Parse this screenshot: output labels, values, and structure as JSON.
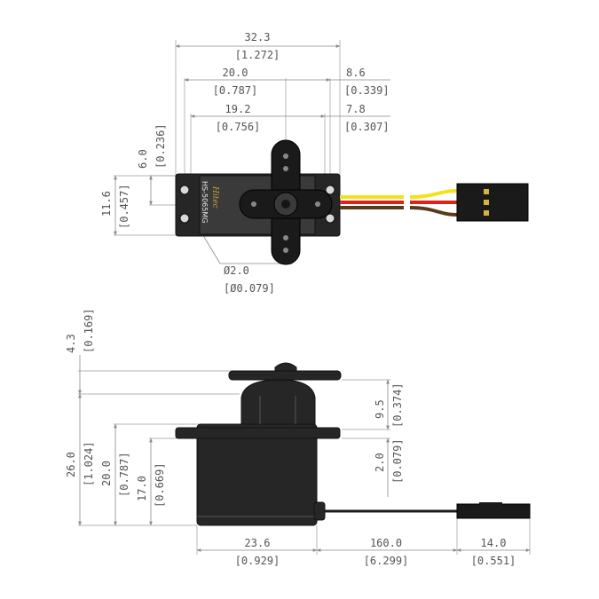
{
  "top_view": {
    "overall_width": {
      "mm": "32.3",
      "in": "[1.272]"
    },
    "hole_span": {
      "mm": "20.0",
      "in": "[0.787]"
    },
    "flange_offset": {
      "mm": "8.6",
      "in": "[0.339]"
    },
    "body_width": {
      "mm": "19.2",
      "in": "[0.756]"
    },
    "shaft_offset": {
      "mm": "7.8",
      "in": "[0.307]"
    },
    "hole_pitch": {
      "mm": "6.0",
      "in": "[0.236]"
    },
    "body_depth": {
      "mm": "11.6",
      "in": "[0.457]"
    },
    "hole_diameter": {
      "mm": "Ø2.0",
      "in": "[Ø0.079]"
    },
    "brand": "Hitec",
    "model": "HS-5065MG"
  },
  "side_view": {
    "spline_height": {
      "mm": "4.3",
      "in": "[0.169]"
    },
    "horn_to_flange": {
      "mm": "9.5",
      "in": "[0.374]"
    },
    "flange_thickness": {
      "mm": "2.0",
      "in": "[0.079]"
    },
    "total_height": {
      "mm": "26.0",
      "in": "[1.024]"
    },
    "case_height": {
      "mm": "20.0",
      "in": "[0.787]"
    },
    "flange_height": {
      "mm": "17.0",
      "in": "[0.669]"
    },
    "case_length": {
      "mm": "23.6",
      "in": "[0.929]"
    },
    "lead_length": {
      "mm": "160.0",
      "in": "[6.299]"
    },
    "connector_length": {
      "mm": "14.0",
      "in": "[0.551]"
    }
  },
  "colors": {
    "body": "#262626",
    "wire_yellow": "#f2e21a",
    "wire_red": "#d8241c",
    "wire_brown": "#5a3a1a",
    "connector": "#1a1a1a",
    "pins": "#d8b43a"
  }
}
